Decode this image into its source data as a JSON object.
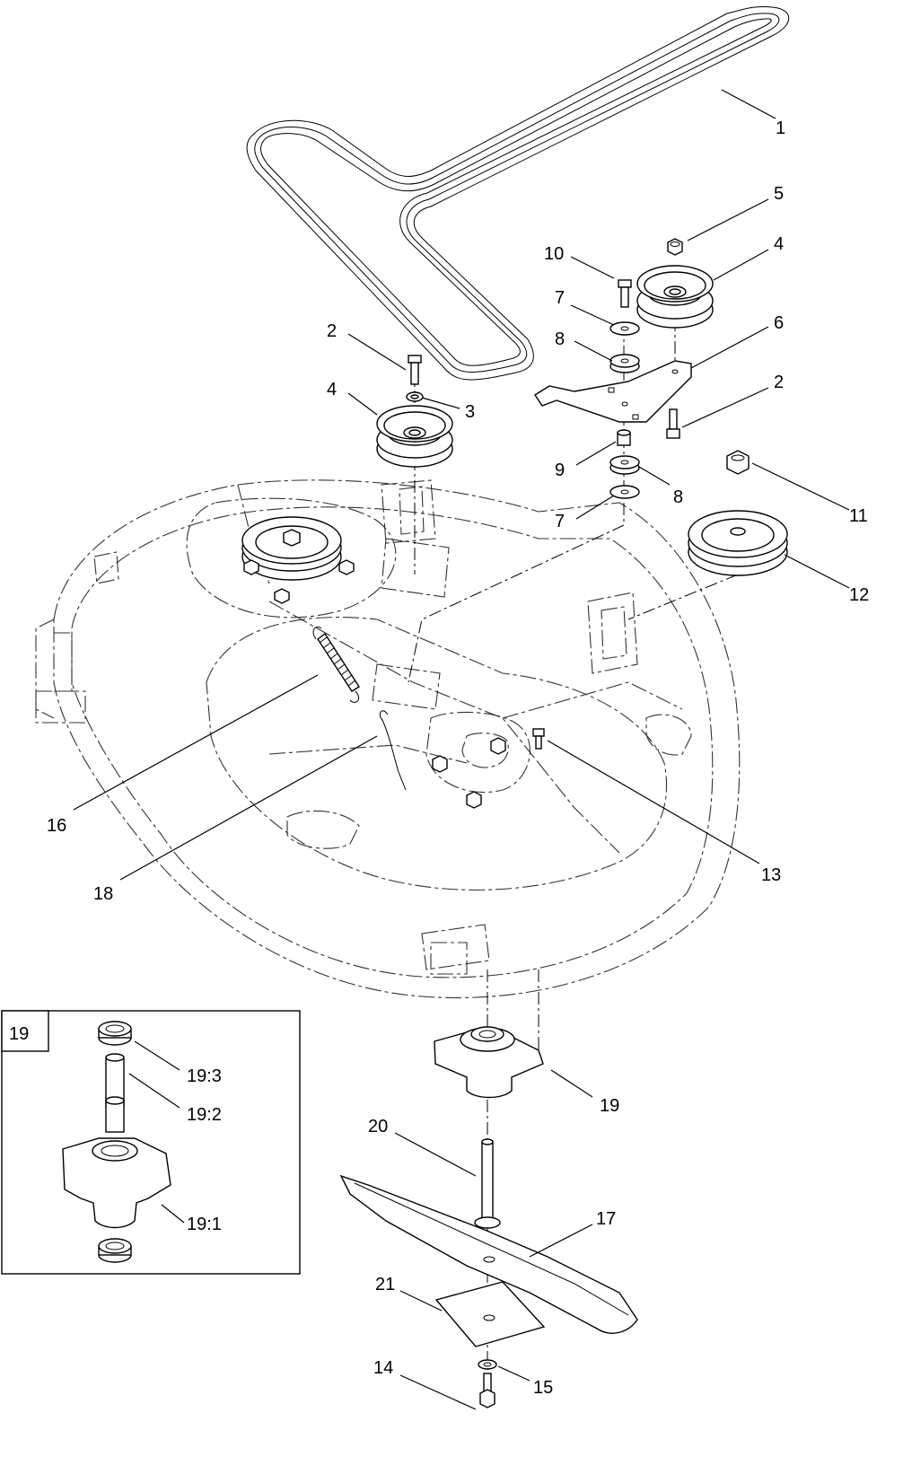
{
  "callouts": {
    "c1": "1",
    "c2a": "2",
    "c2b": "2",
    "c3": "3",
    "c4a": "4",
    "c4b": "4",
    "c5": "5",
    "c6": "6",
    "c7a": "7",
    "c7b": "7",
    "c8a": "8",
    "c8b": "8",
    "c9": "9",
    "c10": "10",
    "c11": "11",
    "c12": "12",
    "c13": "13",
    "c14": "14",
    "c15": "15",
    "c16": "16",
    "c17": "17",
    "c18": "18",
    "c19": "19",
    "c20": "20",
    "c21": "21"
  },
  "inset": {
    "title": "19",
    "c19_1": "19:1",
    "c19_2": "19:2",
    "c19_3": "19:3"
  }
}
